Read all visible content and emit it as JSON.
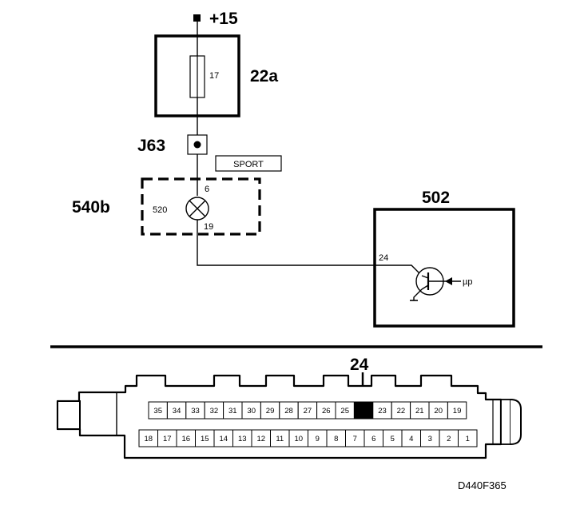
{
  "supply_label": "+15",
  "fuse_box_label": "22a",
  "fuse_number": "17",
  "junction_label": "J63",
  "sport_label": "SPORT",
  "cluster_label": "540b",
  "lamp_number": "520",
  "lamp_pin_top": "6",
  "lamp_pin_bottom": "19",
  "ecu_label": "502",
  "ecu_pin": "24",
  "ecu_input_label": "µp",
  "connector_highlight_label": "24",
  "connector_highlighted_pin": 24,
  "connector_top_row": [
    "35",
    "34",
    "33",
    "32",
    "31",
    "30",
    "29",
    "28",
    "27",
    "26",
    "25",
    "24",
    "23",
    "22",
    "21",
    "20",
    "19"
  ],
  "connector_bottom_row": [
    "18",
    "17",
    "16",
    "15",
    "14",
    "13",
    "12",
    "11",
    "10",
    "9",
    "8",
    "7",
    "6",
    "5",
    "4",
    "3",
    "2",
    "1"
  ],
  "figure_code": "D440F365"
}
